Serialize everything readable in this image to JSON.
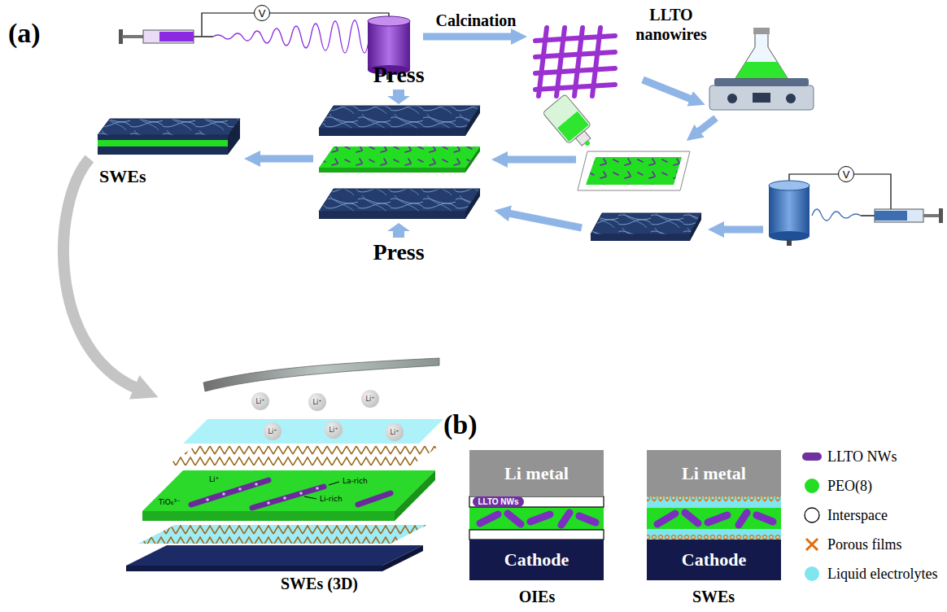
{
  "diagram": {
    "nodes": [
      {
        "text": [
          "V"
        ]
      },
      {
        "text": [
          "V"
        ]
      },
      {
        "text": [
          "Li⁺"
        ]
      },
      {
        "text": [
          "Li⁺"
        ]
      },
      {
        "text": [
          "Li⁺"
        ]
      },
      {
        "text": [
          "Li⁺"
        ]
      },
      {
        "text": [
          "Li⁺"
        ]
      },
      {
        "text": [
          "Li⁺"
        ]
      },
      {
        "text": [
          "Li metal"
        ]
      },
      {
        "text": [
          "LLTO NWs"
        ]
      },
      {
        "text": [
          "Cathode"
        ]
      },
      {
        "text": [
          "Li metal"
        ]
      },
      {
        "text": [
          "Cathode"
        ]
      }
    ],
    "labels": [
      "(a)",
      "Calcination",
      "LLTO nanowires",
      "Press",
      "Press",
      "SWEs",
      "(b)",
      "Li⁺",
      "La-rich",
      "Li-rich",
      "TiO₆³⁻",
      "SWEs (3D)",
      "OIEs",
      "SWEs"
    ],
    "legend": [
      {
        "text": "LLTO NWs",
        "color": "#7030a0"
      },
      {
        "text": "PEO(8)",
        "color": "#22dd22"
      },
      {
        "text": "Interspace"
      },
      {
        "text": "Porous films"
      },
      {
        "text": "Liquid electrolytes",
        "color": "#7fe6f0"
      }
    ]
  }
}
